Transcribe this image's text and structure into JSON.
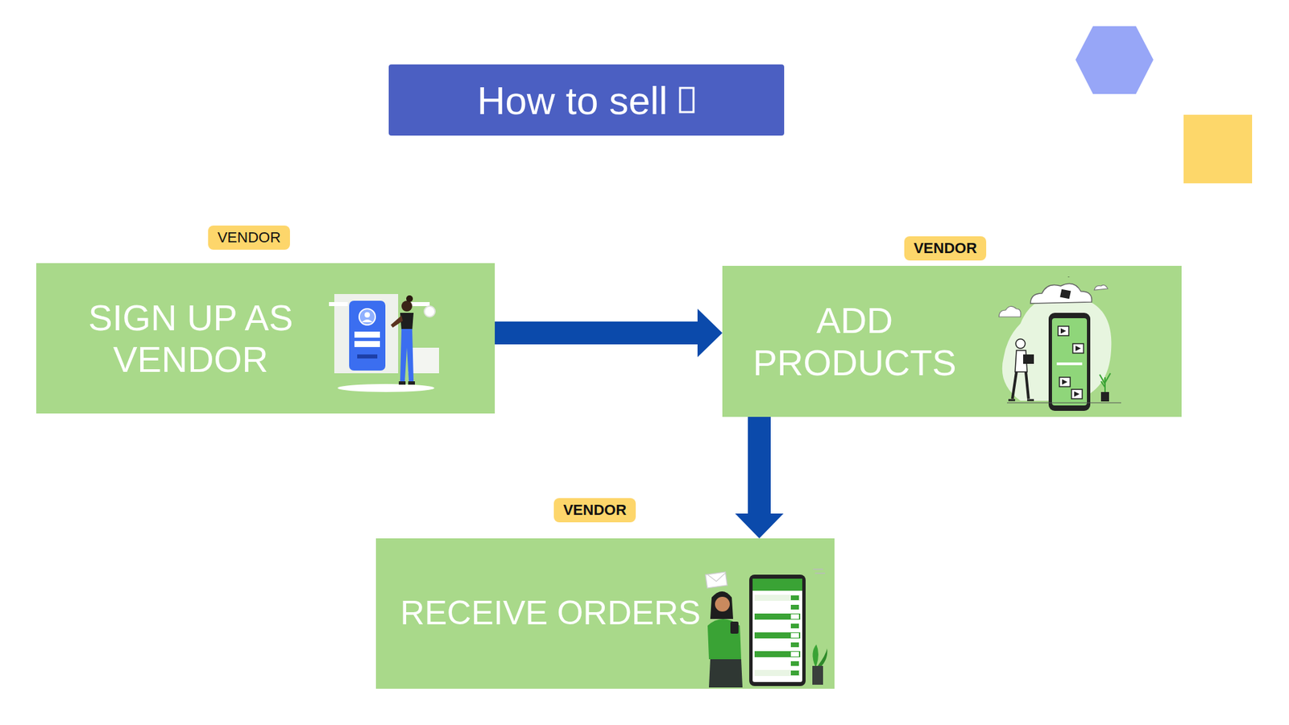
{
  "diagram": {
    "title": "How to sell",
    "nodes": [
      {
        "text": [
          "VENDOR",
          "SIGN UP AS VENDOR"
        ]
      },
      {
        "text": [
          "VENDOR",
          "ADD PRODUCTS"
        ]
      },
      {
        "text": [
          "VENDOR",
          "RECEIVE ORDERS"
        ]
      }
    ],
    "edges": [
      {
        "from": 0,
        "to": 1,
        "arrow": "to"
      },
      {
        "from": 1,
        "to": 2,
        "arrow": "to"
      }
    ]
  }
}
